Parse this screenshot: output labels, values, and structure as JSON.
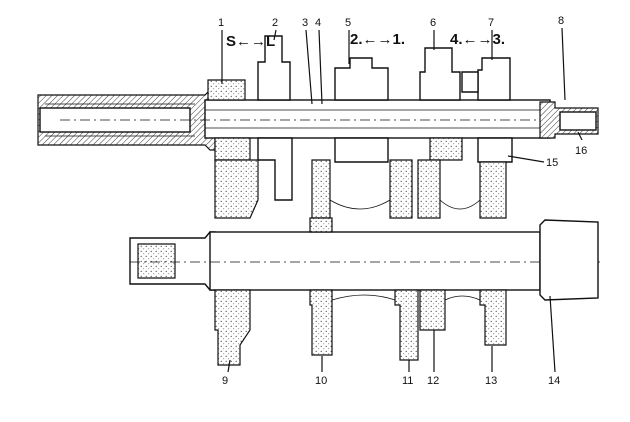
{
  "callouts": {
    "n1": "1",
    "n2": "2",
    "n3": "3",
    "n4": "4",
    "n5": "5",
    "n6": "6",
    "n7": "7",
    "n8": "8",
    "n9": "9",
    "n10": "10",
    "n11": "11",
    "n12": "12",
    "n13": "13",
    "n14": "14",
    "n15": "15",
    "n16": "16"
  },
  "shift_labels": {
    "range": "S←→L",
    "gear_12": "2.←→1.",
    "gear_43": "4.←→3."
  }
}
